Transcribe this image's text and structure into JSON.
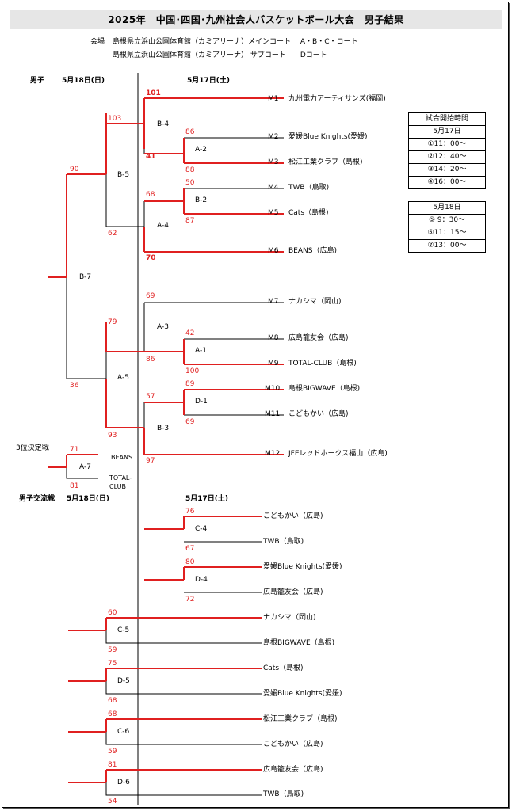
{
  "title": "2025年　中国･四国･九州社会人バスケットボール大会　男子結果",
  "venue": {
    "label": "会場",
    "line1": "島根県立浜山公園体育館（カミアリーナ）メインコート　 A・B・C・コート",
    "line2": "島根県立浜山公園体育館（カミアリーナ） サブコート　　Dコート"
  },
  "section1": {
    "label": "男子",
    "date_day2": "5月18日(日)",
    "date_day1": "5月17日(土)"
  },
  "section2": {
    "label": "男子交流戦",
    "date_day2": "5月18日(日)",
    "date_day1": "5月17日(土)"
  },
  "teams": [
    {
      "code": "M1",
      "name": "九州電力アーティサンズ(福岡)"
    },
    {
      "code": "M2",
      "name": "愛媛Blue Knights(愛媛)"
    },
    {
      "code": "M3",
      "name": "松江工業クラブ（島根)"
    },
    {
      "code": "M4",
      "name": "TWB（鳥取)"
    },
    {
      "code": "M5",
      "name": "Cats（島根)"
    },
    {
      "code": "M6",
      "name": "BEANS（広島)"
    },
    {
      "code": "M7",
      "name": "ナカシマ（岡山)"
    },
    {
      "code": "M8",
      "name": "広島籠友会（広島)"
    },
    {
      "code": "M9",
      "name": "TOTAL-CLUB（島根)"
    },
    {
      "code": "M10",
      "name": "島根BIGWAVE（島根)"
    },
    {
      "code": "M11",
      "name": "こどもかい（広島)"
    },
    {
      "code": "M12",
      "name": "JFEレッドホークス福山（広島)"
    }
  ],
  "games": {
    "B4": {
      "label": "B-4",
      "s1": "101",
      "s2": "41"
    },
    "A2": {
      "label": "A-2",
      "s1": "86",
      "s2": "88"
    },
    "B2": {
      "label": "B-2",
      "s1": "50",
      "s2": "87"
    },
    "A4": {
      "label": "A-4",
      "s1": "68",
      "s2": "70"
    },
    "B5": {
      "label": "B-5",
      "s1": "103",
      "s2": "62"
    },
    "A3": {
      "label": "A-3",
      "s1": "69",
      "s2": "86"
    },
    "A1": {
      "label": "A-1",
      "s1": "42",
      "s2": "100"
    },
    "D1": {
      "label": "D-1",
      "s1": "89",
      "s2": "69"
    },
    "B3": {
      "label": "B-3",
      "s1": "57",
      "s2": "97"
    },
    "A5": {
      "label": "A-5",
      "s1": "79",
      "s2": "93"
    },
    "B7": {
      "label": "B-7",
      "s1": "90",
      "s2": "36"
    },
    "A7": {
      "label": "A-7",
      "s1": "71",
      "s2": "81",
      "team1": "BEANS",
      "team2": "TOTAL-",
      "team2b": "CLUB"
    }
  },
  "third_place_label": "3位決定戦",
  "schedule": {
    "header": "試合開始時間",
    "day1": "5月17日",
    "day1_times": [
      "①11：00～",
      "②12：40～",
      "③14：20～",
      "④16：00～"
    ],
    "day2": "5月18日",
    "day2_times": [
      "⑤ 9：30～",
      "⑥11：15～",
      "⑦13：00～"
    ]
  },
  "exchange": [
    {
      "label": "C-4",
      "t1": "こどもかい（広島)",
      "s1": "76",
      "t2": "TWB（鳥取)",
      "s2": "67"
    },
    {
      "label": "D-4",
      "t1": "愛媛Blue Knights(愛媛)",
      "s1": "80",
      "t2": "広島籠友会（広島)",
      "s2": "72"
    },
    {
      "label": "C-5",
      "t1": "ナカシマ（岡山)",
      "s1": "60",
      "t2": "島根BIGWAVE（島根)",
      "s2": "59"
    },
    {
      "label": "D-5",
      "t1": "Cats（島根)",
      "s1": "75",
      "t2": "愛媛Blue Knights(愛媛)",
      "s2": "68"
    },
    {
      "label": "C-6",
      "t1": "松江工業クラブ（島根)",
      "s1": "68",
      "t2": "こどもかい（広島)",
      "s2": "59"
    },
    {
      "label": "D-6",
      "t1": "広島籠友会（広島)",
      "s1": "81",
      "t2": "TWB（鳥取)",
      "s2": "54"
    }
  ]
}
